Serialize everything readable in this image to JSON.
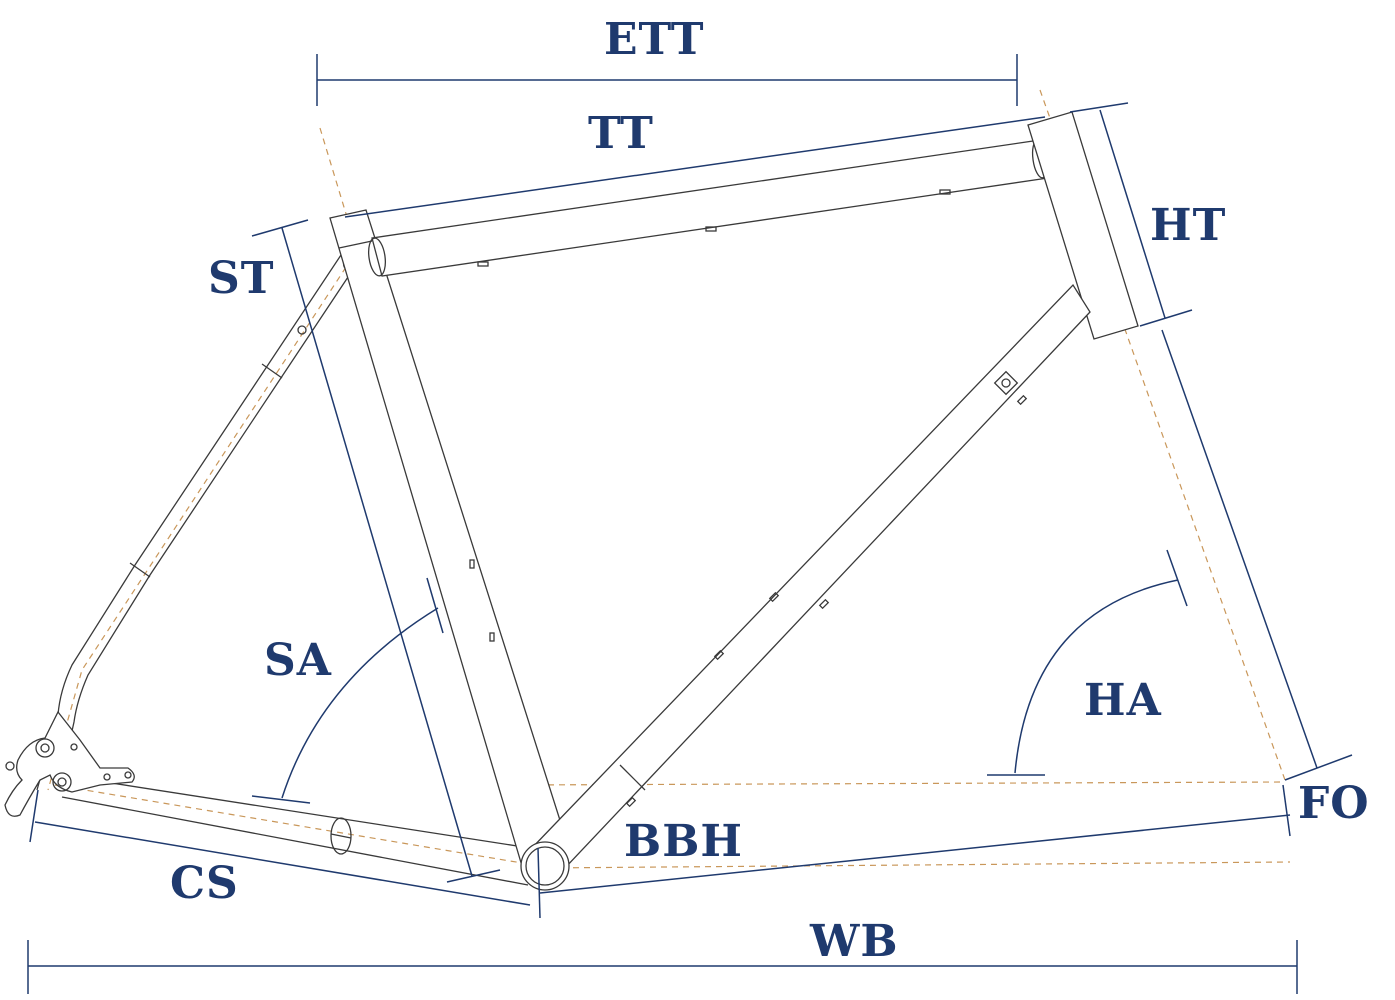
{
  "colors": {
    "label": "#1f3a6e",
    "dimension_line": "#1f3a6e",
    "frame_outline": "#3a3a3a",
    "centerline": "#c9975a"
  },
  "labels": {
    "ett": "ETT",
    "tt": "TT",
    "ht": "HT",
    "st": "ST",
    "sa": "SA",
    "ha": "HA",
    "fo": "FO",
    "bbh": "BBH",
    "cs": "CS",
    "wb": "WB"
  }
}
